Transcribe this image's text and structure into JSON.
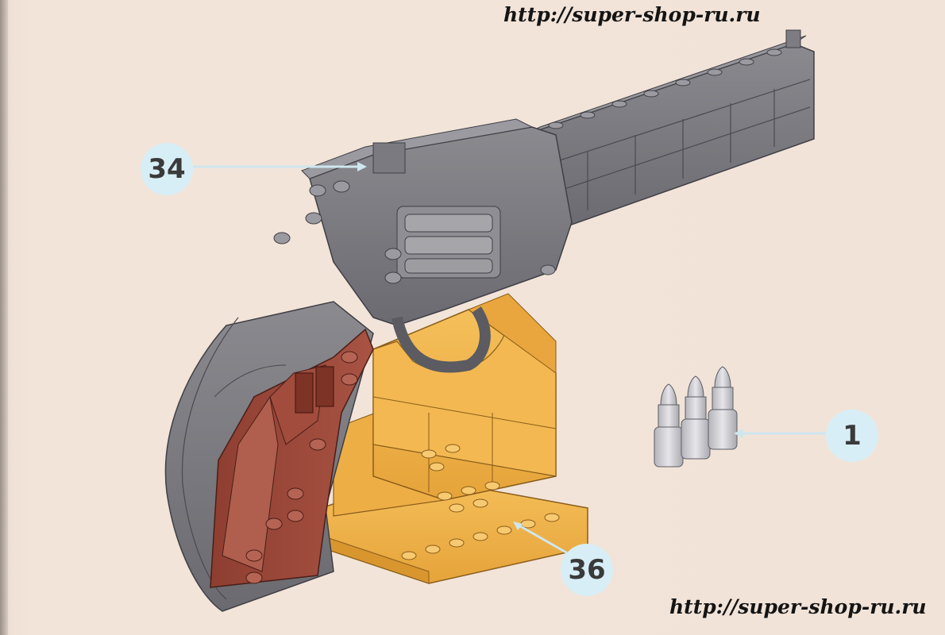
{
  "watermark": {
    "top": "http://super-shop-ru.ru",
    "bottom": "http://super-shop-ru.ru"
  },
  "callouts": {
    "part_34": "34",
    "part_1": "1",
    "part_36": "36"
  },
  "colors": {
    "paper": "#f1e3d8",
    "gun_gray": "#7b7b80",
    "grip_brown": "#9a4a3a",
    "stand_orange": "#f0b24a",
    "bullet_silver": "#cfcfd4",
    "callout_blue": "#d8eef6"
  }
}
